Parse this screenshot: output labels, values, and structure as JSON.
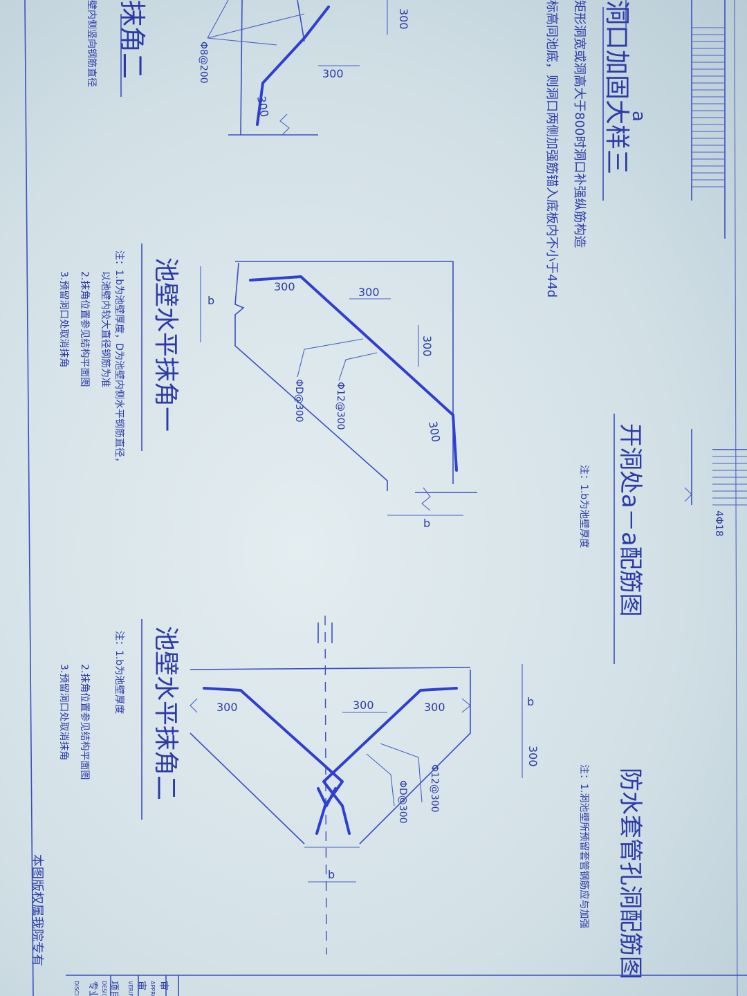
{
  "titles": {
    "detail_3": "洞口加固大样三",
    "corner_1": "池壁水平抹角一",
    "opening_aa": "开洞处a－a配筋图",
    "corner_2": "池壁水平抹角二",
    "sleeve": "防水套管孔洞配筋图"
  },
  "notes": {
    "top_1": "矩形洞宽或洞高大于800时洞口补强纵筋构造",
    "top_2": "标高同池底，则洞口两侧加强筋锚入底板内不小于44d",
    "top_wall_bar": "壁内侧竖向钢筋直径",
    "corner1_1": "注：1.b为池壁厚度，D为池壁内侧水平钢筋直径，",
    "corner1_1b": "以池壁内较大直径钢筋为准",
    "corner1_2": "2.抹角位置参见结构平面图",
    "corner1_3": "3.预留洞口处取消抹角",
    "opening_1": "注：1.b为池壁厚度",
    "corner2_1": "注：1.b为池壁厚度",
    "corner2_2": "2.抹角位置参见结构平面图",
    "corner2_3": "3.预留洞口处取消抹角",
    "sleeve_1": "注：1.洞池壁所预留套管钢筋应与加强",
    "footer": "本图版权属我院专有"
  },
  "dims": {
    "d300": "300",
    "b": "b",
    "bar_8_200": "Φ8@200",
    "bar_12_300": "Φ12@300",
    "bar_D_300": "ΦD@300",
    "bar_4_18": "4Φ18",
    "sec": "a"
  },
  "titleblock": {
    "approve": "审",
    "approve_en": "APPROVE",
    "check": "审",
    "verify_en": "VERIFY",
    "project": "项目",
    "design_en": "DESIGN",
    "discipline": "专业",
    "discipline_en": "DISCIPLINE"
  },
  "colors": {
    "paper": "#dbe6ea",
    "ink": "#3a4fc0",
    "bar": "#2f3fd0"
  }
}
